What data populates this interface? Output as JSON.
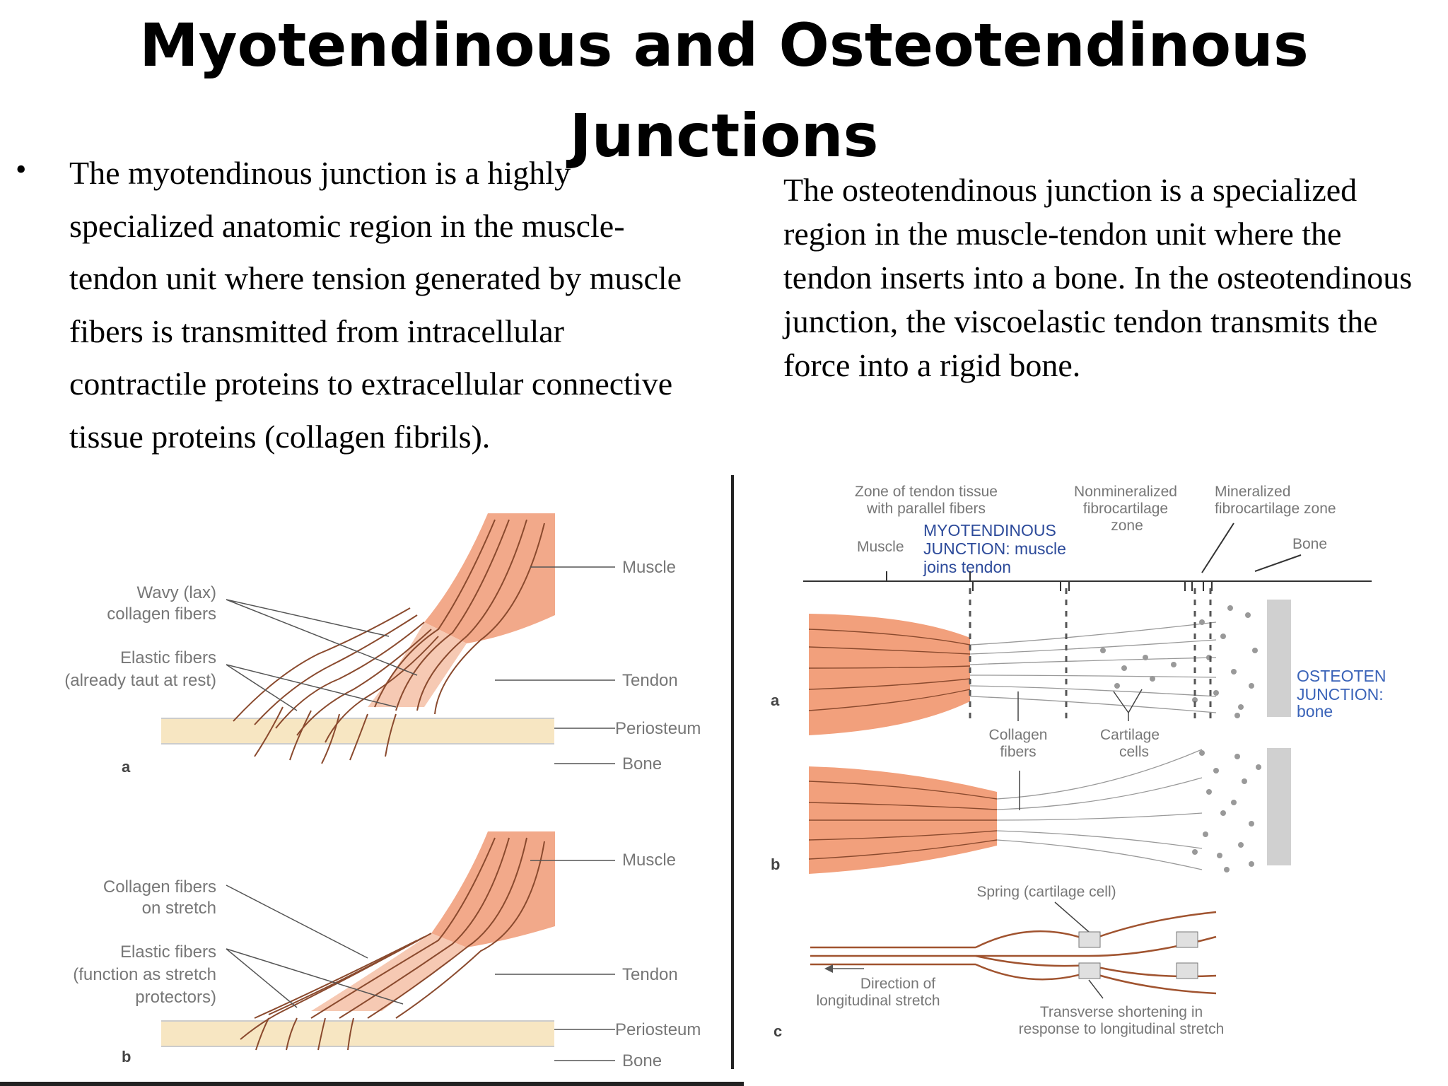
{
  "slide": {
    "title_line1": "Myotendinous and Osteotendinous",
    "title_line2": "Junctions",
    "bullet_symbol": "•",
    "left_paragraph": "The myotendinous junction is a highly specialized anatomic region in the muscle-tendon unit where tension generated by muscle fibers is transmitted from intracellular contractile proteins to extracellular connective tissue proteins (collagen fibrils).",
    "right_paragraph": "The osteotendinous junction is a specialized region in the muscle-tendon unit where the tendon inserts into a bone. In the osteotendinous junction, the viscoelastic tendon transmits the force into a rigid bone."
  },
  "left_figure": {
    "panel_a": {
      "letter": "a",
      "wavy_1": "Wavy (lax)",
      "wavy_2": "collagen fibers",
      "elastic_1": "Elastic fibers",
      "elastic_2": "(already taut at rest)",
      "muscle": "Muscle",
      "tendon": "Tendon",
      "periosteum": "Periosteum",
      "bone": "Bone"
    },
    "panel_b": {
      "letter": "b",
      "collagen_1": "Collagen fibers",
      "collagen_2": "on stretch",
      "elastic_1": "Elastic fibers",
      "elastic_2": "(function as stretch",
      "elastic_3": "protectors)",
      "muscle": "Muscle",
      "tendon": "Tendon",
      "periosteum": "Periosteum",
      "bone": "Bone"
    },
    "colors": {
      "muscle": "#f2a98a",
      "periosteum": "#f7e6c2",
      "fiber": "#8a4a2e"
    }
  },
  "right_figure": {
    "zone_tendon_1": "Zone of tendon tissue",
    "zone_tendon_2": "with parallel fibers",
    "nonmin_1": "Nonmineralized",
    "nonmin_2": "fibrocartilage",
    "nonmin_3": "zone",
    "min_1": "Mineralized",
    "min_2": "fibrocartilage zone",
    "muscle": "Muscle",
    "bone": "Bone",
    "myo_1": "MYOTENDINOUS",
    "myo_2": "JUNCTION: muscle",
    "myo_3": "joins tendon",
    "osteo_1": "OSTEOTEN",
    "osteo_2": "JUNCTION:",
    "osteo_3": "bone",
    "collagen_1": "Collagen",
    "collagen_2": "fibers",
    "cartilage_1": "Cartilage",
    "cartilage_2": "cells",
    "spring": "Spring (cartilage cell)",
    "direction_1": "Direction of",
    "direction_2": "longitudinal stretch",
    "transverse_1": "Transverse shortening in",
    "transverse_2": "response to longitudinal stretch",
    "letter_a": "a",
    "letter_b": "b",
    "letter_c": "c",
    "colors": {
      "muscle": "#f2a07c",
      "bone": "#d0d0d0",
      "label_blue": "#2c4a9a"
    }
  }
}
